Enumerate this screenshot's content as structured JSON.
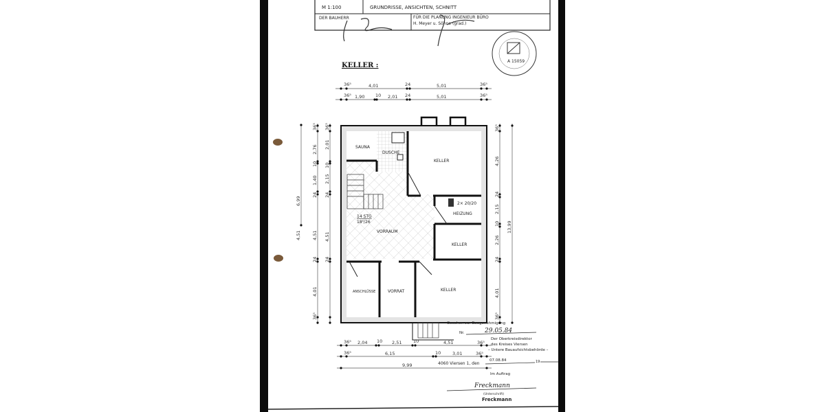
{
  "title_block": {
    "scale": "M 1:100",
    "drawing_content": "GRUNDRISSE, ANSICHTEN, SCHNITT",
    "client_label": "DER BAUHERR",
    "planning_label": "FÜR DIE PLANUNG  INGENIEUR BÜRO",
    "planner_name": "H. Meyer u. Söhne (grad.)"
  },
  "stamp": {
    "number": "A 15059"
  },
  "floor_title": "KELLER :",
  "rooms": {
    "sauna": "SAUNA",
    "dusche": "DUSCHE",
    "keller_top": "KELLER",
    "chimney": "2× 20/20",
    "heizung": "HEIZUNG",
    "stairs_count": "14 STG",
    "stairs_ratio": "18⁵/26",
    "vorraum": "VORRAUM",
    "keller_mid": "KELLER",
    "anschluesse": "ANSCHLÜSSE",
    "vorrat": "VORRAT",
    "keller_bottom": "KELLER"
  },
  "dimensions": {
    "top_row1": [
      "36⁵",
      "4,01",
      "24",
      "5,01",
      "36⁵"
    ],
    "top_row2": [
      "36⁵",
      "1,90",
      "10",
      "2,01",
      "24",
      "5,01",
      "36⁵"
    ],
    "left_outer": [
      "6,99",
      "4,51"
    ],
    "left_mid": [
      "36⁵",
      "2,76",
      "10",
      "1,40",
      "24",
      "4,51",
      "24",
      "4,01",
      "36⁵"
    ],
    "left_inner": [
      "36⁵",
      "2,01",
      "10",
      "2,15",
      "24",
      "4,51",
      "24"
    ],
    "right_inner": [
      "36⁵",
      "4,26",
      "24",
      "2,15",
      "10",
      "2,26",
      "24",
      "4,01",
      "36⁵"
    ],
    "right_outer": "13,99",
    "bottom_row1": [
      "36⁵",
      "2,04",
      "10",
      "2,51",
      "10",
      "4,51",
      "36⁵"
    ],
    "bottom_row2": [
      "36⁵",
      "6,15",
      "10",
      "3,01",
      "36⁵"
    ],
    "bottom_row3": "9,99"
  },
  "approval": {
    "seen": "Gesehen zur Baugenehmigung",
    "date_handwritten": "29.05.84",
    "nr_label": "Nr.",
    "authority1": "Der Oberkreisdirektor",
    "authority2": "des Kreises Viersen",
    "authority3": "– Untere Bauaufsichtsbehörde –",
    "place": "4060 Viersen 1, den",
    "date_stamp": "07.08.84",
    "year_suffix": "19",
    "on_behalf": "Im Auftrag",
    "signature_label": "(Unterschrift)",
    "signer": "Freckmann",
    "signature_handwritten": "Freckmann"
  }
}
